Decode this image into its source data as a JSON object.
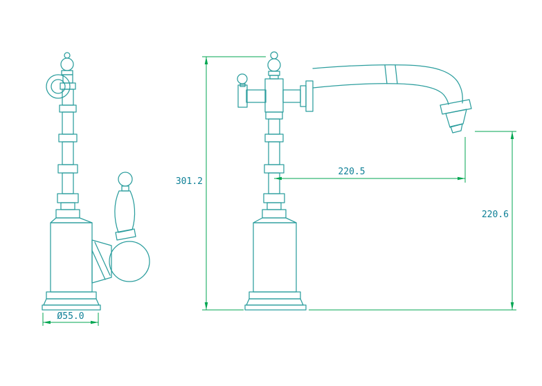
{
  "drawing": {
    "colors": {
      "background": "#ffffff",
      "geometry": "#2a9d9d",
      "dimension": "#00a651",
      "dimension_text": "#0d7f96"
    },
    "dimensions": {
      "overall_height": "301.2",
      "spout_reach": "220.5",
      "spout_height": "220.6",
      "base_diameter": "Ø55.0"
    }
  }
}
